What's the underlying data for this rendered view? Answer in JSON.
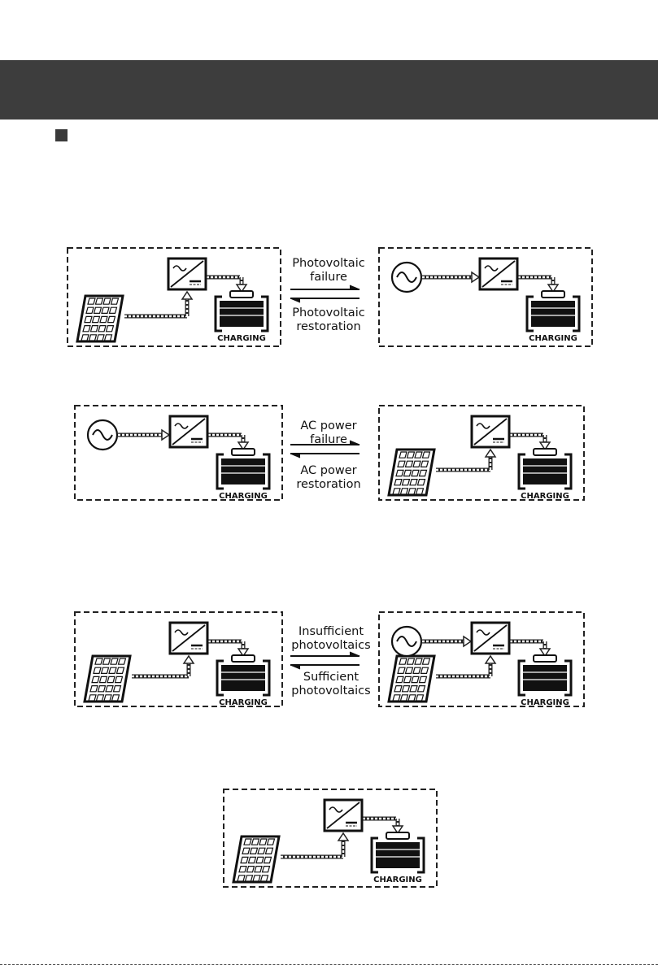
{
  "icons": {
    "panel": "solar-panel-icon",
    "inverter": "inverter-icon",
    "ac": "ac-source-icon",
    "battery": "battery-icon"
  },
  "battery_text": "CHARGING",
  "rows": [
    {
      "top_label": [
        "Photovoltaic",
        "failure"
      ],
      "bottom_label": [
        "Photovoltaic",
        "restoration"
      ]
    },
    {
      "top_label": [
        "AC power",
        "failure"
      ],
      "bottom_label": [
        "AC power",
        "restoration"
      ]
    },
    {
      "top_label": [
        "Insufficient",
        "photovoltaics"
      ],
      "bottom_label": [
        "Sufficient",
        "photovoltaics"
      ]
    }
  ]
}
